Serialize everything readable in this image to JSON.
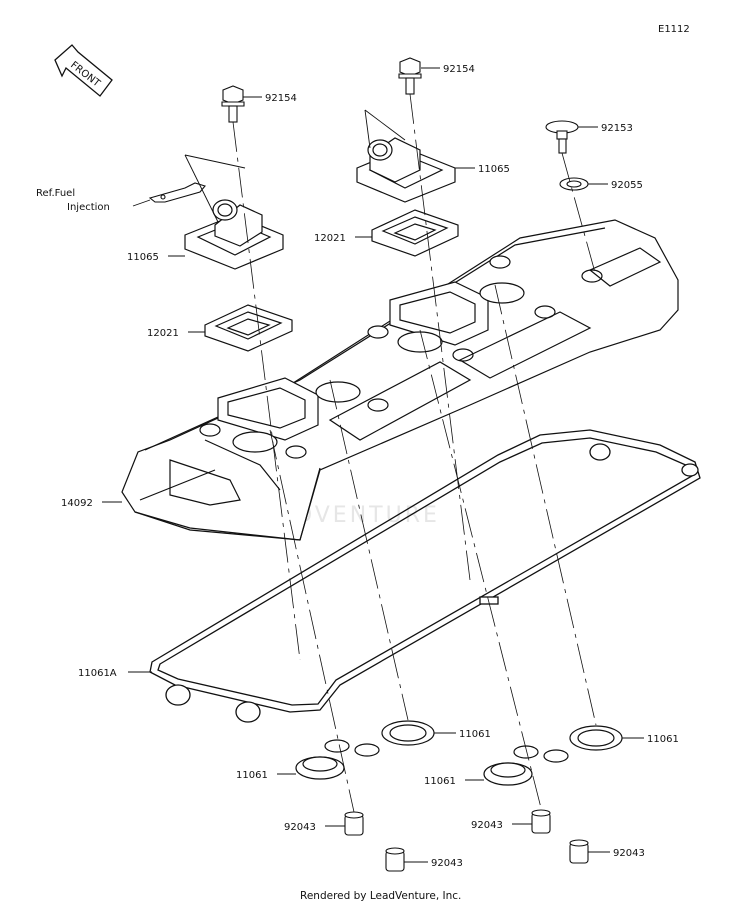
{
  "diagram_code": "E1112",
  "front_label": "FRONT",
  "ref_label_line1": "Ref.Fuel",
  "ref_label_line2": "Injection",
  "watermark": "LEADVENTURE",
  "footer": "Rendered by LeadVenture, Inc.",
  "labels": {
    "bolt_left": "92154",
    "bolt_right": "92154",
    "bolt_small": "92153",
    "washer": "92055",
    "breather_left": "11065",
    "breather_right": "11065",
    "gasket_plug_right": "12021",
    "gasket_plug_left": "12021",
    "cover": "14092",
    "cover_gasket": "11061A",
    "seal_1": "11061",
    "seal_2": "11061",
    "seal_3": "11061",
    "seal_4": "11061",
    "grommet_1": "92043",
    "grommet_2": "92043",
    "grommet_3": "92043",
    "grommet_4": "92043"
  }
}
